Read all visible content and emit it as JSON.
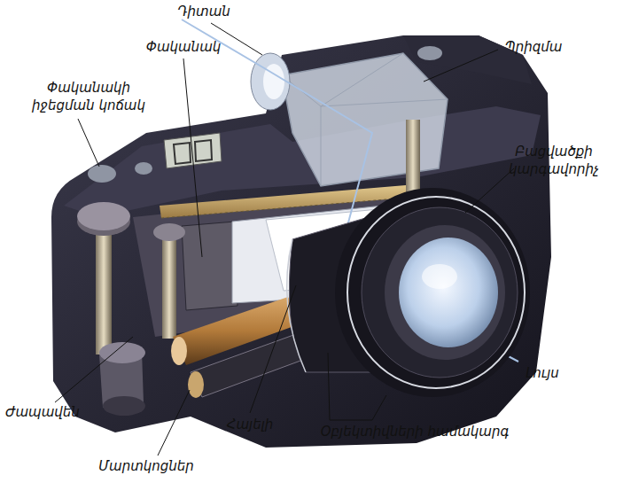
{
  "diagram": {
    "labels": [
      "Դիտան",
      "Փականակ",
      "Փականակի իջեցման կոճակ",
      "Պրիզմա",
      "Բացվածքի կարգավորիչ",
      "Լույս",
      "Օբյեկտիվների համակարգ",
      "Հայելի",
      "Ժապավեն",
      "Մարտկոցներ"
    ]
  }
}
